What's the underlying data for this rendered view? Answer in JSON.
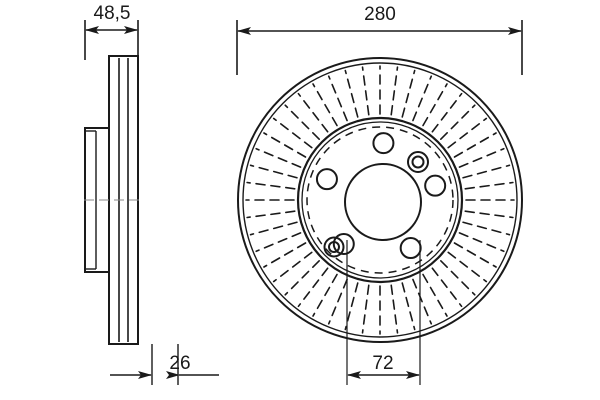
{
  "drawing": {
    "title": "Brake disc technical drawing",
    "background_color": "#ffffff",
    "line_color": "#1a1a1a",
    "views": {
      "section": {
        "name": "section-view",
        "label": "Side section view of vented brake disc"
      },
      "face": {
        "name": "face-view",
        "label": "Front face view of vented brake disc"
      }
    },
    "dimensions": {
      "width_overall": "48,5",
      "diameter": "280",
      "thickness": "26",
      "bore": "72"
    },
    "hub": {
      "bolt_hole_count": 5,
      "threaded_hole_count": 2
    },
    "vanes": {
      "count": 48
    }
  }
}
